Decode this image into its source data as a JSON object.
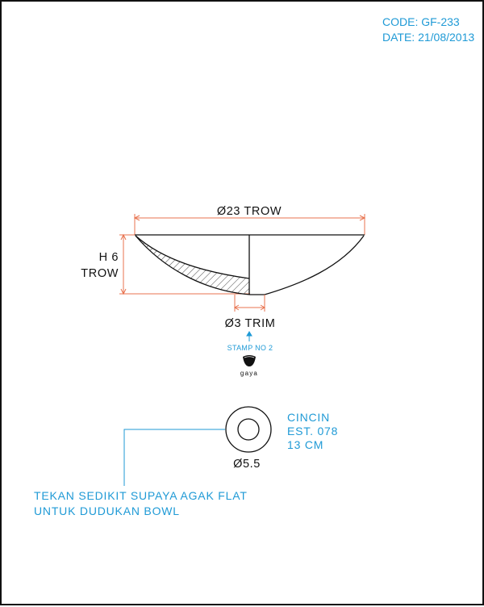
{
  "header": {
    "code": "CODE: GF-233",
    "date": "DATE: 21/08/2013"
  },
  "dimensions": {
    "diameter_top": "Ø23 TROW",
    "height_line1": "H 6",
    "height_line2": "TROW",
    "diameter_base": "Ø3 TRIM",
    "ring_diameter": "Ø5.5"
  },
  "stamp": {
    "label": "STAMP NO 2",
    "logo_text": "gaya"
  },
  "ring_note": {
    "line1": "CINCIN",
    "line2": "EST. 078",
    "line3": "13 CM"
  },
  "instruction": {
    "line1": "TEKAN SEDIKIT SUPAYA AGAK FLAT",
    "line2": "UNTUK DUDUKAN BOWL"
  },
  "colors": {
    "dimension_line": "#e8734f",
    "annotation": "#1f9ad6",
    "outline": "#111111"
  }
}
